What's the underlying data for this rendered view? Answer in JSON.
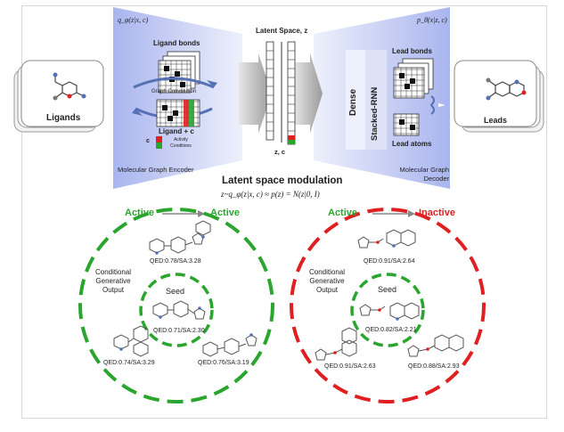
{
  "encoder": {
    "formula": "q_φ(z|x, c)",
    "ligand_bonds": "Ligand bonds",
    "graph_convolution": "Graph Convolution",
    "ligand_c": "Ligand + c",
    "c_label": "c",
    "activity_conditions": "Activity Conditions",
    "title": "Molecular Graph Encoder"
  },
  "latent": {
    "title": "Latent Space, z",
    "zc": "z, c",
    "modulation_title": "Latent space modulation",
    "modulation_formula": "z~q_φ(z|x, c) ≈ p(z) = N(z|0, I)"
  },
  "decoder": {
    "formula": "p_θ(x|z, c)",
    "dense": "Dense",
    "stacked_rnn": "Stacked-RNN",
    "lead_bonds": "Lead bonds",
    "lead_atoms": "Lead atoms",
    "title": "Molecular Graph Decoder"
  },
  "ligands_label": "Ligands",
  "leads_label": "Leads",
  "left_panel": {
    "from": "Active",
    "to": "Active",
    "output_label": "Conditional Generative Output",
    "seed_label": "Seed",
    "top_score": "QED:0.78/SA:3.28",
    "seed_score": "QED:0.71/SA:2.30",
    "bl_score": "QED:0.74/SA:3.29",
    "br_score": "QED:0.76/SA:3.19"
  },
  "right_panel": {
    "from": "Active",
    "to": "Inactive",
    "output_label": "Conditional Generative Output",
    "seed_label": "Seed",
    "top_score": "QED:0.91/SA:2.64",
    "seed_score": "QED:0.82/SA:2.21",
    "bl_score": "QED:0.91/SA:2.63",
    "br_score": "QED:0.88/SA:2.93"
  },
  "colors": {
    "active_green": "#2aa52e",
    "inactive_red": "#e02020",
    "panel_blue": "#b7c2f2"
  }
}
